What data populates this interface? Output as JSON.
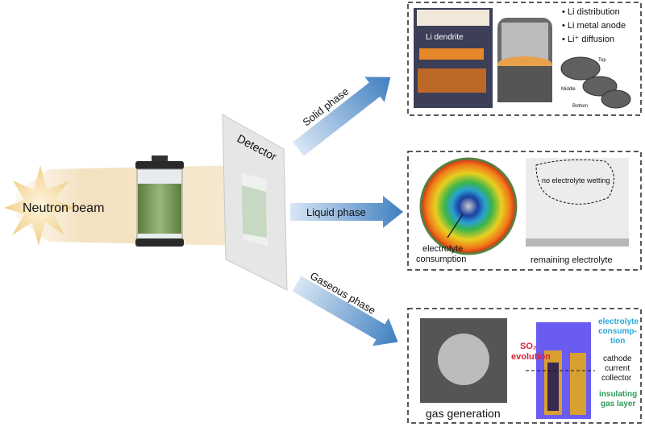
{
  "source": {
    "label": "Neutron beam"
  },
  "detector": {
    "label": "Detector"
  },
  "arrows": {
    "solid": "Solid phase",
    "liquid": "Liquid phase",
    "gaseous": "Gaseous phase"
  },
  "solid_panel": {
    "dendrite_label": "Li dendrite",
    "bullets": [
      "• Li distribution",
      "• Li metal anode",
      "• Li⁺ diffusion"
    ],
    "slice_labels": [
      "Top",
      "Middle",
      "Bottom"
    ]
  },
  "liquid_panel": {
    "consumption_label": [
      "electrolyte",
      "consumption"
    ],
    "wetting_label": "no electrolyte wetting",
    "remaining_label": "remaining electrolyte"
  },
  "gas_panel": {
    "gas_label": "gas generation",
    "so2_label": [
      "SO₂",
      "evolution"
    ],
    "electrolyte_label": [
      "electrolyte",
      "consump-",
      "tion"
    ],
    "cathode_label": [
      "cathode",
      "current",
      "collector"
    ],
    "insulating_label": [
      "insulating",
      "gas layer"
    ]
  },
  "colors": {
    "arrow": "#4a86c5",
    "beam": "#f3e3c4",
    "electrolyte_green": "#7a9a5a",
    "red_label": "#d8243a",
    "cyan_label": "#29a8d8",
    "green_label": "#2e9a5a"
  }
}
